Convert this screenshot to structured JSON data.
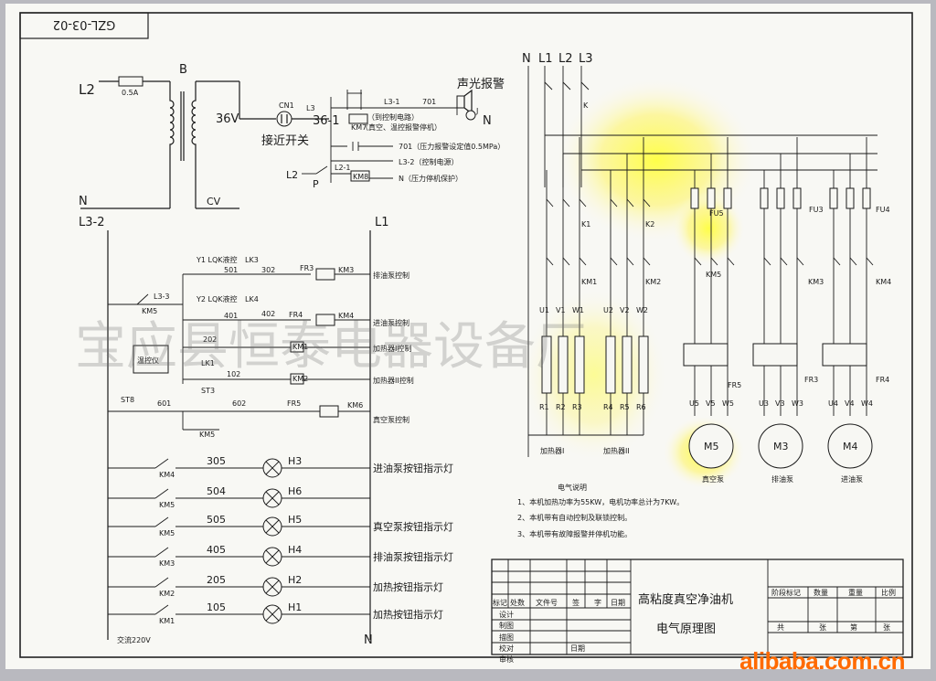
{
  "drawing_code": "GZL-03-02",
  "power": {
    "L2": "L2",
    "fuse": "0.5A",
    "transformer": "B",
    "N": "N",
    "secondary": "36V",
    "CV": "CV",
    "CN1": "CN1",
    "proximity_switch": "接近开关",
    "L3": "L3",
    "code_361": "36-1",
    "code_701": "701",
    "code_L31": "L3-1",
    "to_control_circuit": "（到控制电路）",
    "alarm_note": "（真空、温控报警停机）",
    "KM7": "KM7",
    "pressure_alarm": "701（压力报警设定值0.5MPa）",
    "control_power": "L3-2（控制电源）",
    "L2_label": "L2",
    "P": "P",
    "L21": "L2-1",
    "KM8": "KM8",
    "pressure_stop": "N（压力停机保护）",
    "alarm_title": "声光报警",
    "alarm_N": "N",
    "J": "J"
  },
  "control": {
    "L32": "L3-2",
    "L1": "L1",
    "N": "N",
    "Y1": "Y1 LQK液控",
    "LK3": "LK3",
    "n501": "501",
    "n302": "302",
    "FR3": "FR3",
    "KM3": "KM3",
    "L33": "L3-3",
    "KM5": "KM5",
    "Y2": "Y2 LQK液控",
    "LK4": "LK4",
    "n401": "401",
    "n402": "402",
    "FR4": "FR4",
    "KM4": "KM4",
    "temp_ctrl": "温控仪",
    "n202": "202",
    "KM1": "KM1",
    "LK1": "LK1",
    "n102": "102",
    "KM2": "KM2",
    "ST8": "ST8",
    "n601": "601",
    "ST3": "ST3",
    "n602": "602",
    "FR5": "FR5",
    "KM5b": "KM5",
    "KM6": "KM6",
    "rows": [
      "排油泵控制",
      "进油泵控制",
      "加热器I控制",
      "加热器II控制",
      "真空泵控制"
    ]
  },
  "lamps": {
    "items": [
      {
        "km": "KM4",
        "num": "305",
        "h": "H3",
        "label": "进油泵按钮指示灯"
      },
      {
        "km": "KM5",
        "num": "504",
        "h": "H6",
        "label": ""
      },
      {
        "km": "KM5",
        "num": "505",
        "h": "H5",
        "label": "真空泵按钮指示灯"
      },
      {
        "km": "KM3",
        "num": "405",
        "h": "H4",
        "label": "排油泵按钮指示灯"
      },
      {
        "km": "KM2",
        "num": "205",
        "h": "H2",
        "label": "加热按钮指示灯"
      },
      {
        "km": "KM1",
        "num": "105",
        "h": "H1",
        "label": "加热按钮指示灯"
      }
    ],
    "ac": "交流220V",
    "N": "N"
  },
  "main": {
    "phases": [
      "N",
      "L1",
      "L2",
      "L3"
    ],
    "K": "K",
    "K1": "K1",
    "K2": "K2",
    "FU5": "FU5",
    "FU3": "FU3",
    "FU4": "FU4",
    "KM1": "KM1",
    "KM2": "KM2",
    "KM5": "KM5",
    "KM3": "KM3",
    "KM4": "KM4",
    "uvw": [
      "U1",
      "V1",
      "W1",
      "U2",
      "V2",
      "W2"
    ],
    "resistors": [
      "R1",
      "R2",
      "R3",
      "R4",
      "R5",
      "R6"
    ],
    "heater1": "加热器I",
    "heater2": "加热器II",
    "FR5": "FR5",
    "FR3": "FR3",
    "FR4": "FR4",
    "motors": [
      {
        "u": "U5",
        "v": "V5",
        "w": "W5",
        "name": "M5",
        "label": "真空泵"
      },
      {
        "u": "U3",
        "v": "V3",
        "w": "W3",
        "name": "M3",
        "label": "排油泵"
      },
      {
        "u": "U4",
        "v": "V4",
        "w": "W4",
        "name": "M4",
        "label": "进油泵"
      }
    ]
  },
  "notes": {
    "title": "电气说明",
    "items": [
      "1、本机加热功率为55KW，电机功率总计为7KW。",
      "2、本机带有自动控制及联锁控制。",
      "3、本机带有故障报警并停机功能。"
    ]
  },
  "titleblock": {
    "product": "高粘度真空净油机",
    "drawing": "电气原理图",
    "left_head": [
      "标记",
      "处数",
      "文件号",
      "签",
      "字",
      "日期"
    ],
    "left_rows": [
      "设计",
      "制图",
      "描图",
      "校对",
      "审核"
    ],
    "date": "日期",
    "right_head": [
      "阶段标记",
      "数量",
      "重量",
      "比例"
    ],
    "right_foot": [
      "共",
      "张",
      "第",
      "张"
    ]
  },
  "watermark": "宝应县恒泰电器设备厂",
  "brand": "alibaba.com.cn"
}
